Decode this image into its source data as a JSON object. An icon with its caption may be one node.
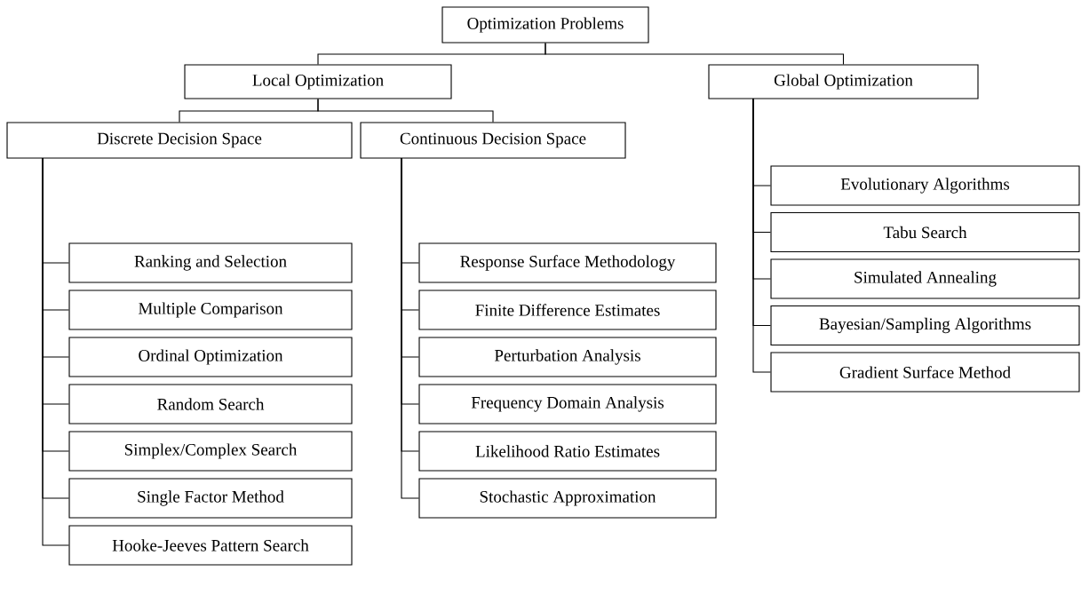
{
  "diagram": {
    "nodes": [
      {
        "text": [
          "Optimization Problems"
        ]
      },
      {
        "text": [
          "Local Optimization"
        ]
      },
      {
        "text": [
          "Global Optimization"
        ]
      },
      {
        "text": [
          "Discrete Decision Space"
        ]
      },
      {
        "text": [
          "Continuous Decision Space"
        ]
      },
      {
        "text": [
          "Ranking and Selection"
        ]
      },
      {
        "text": [
          "Multiple Comparison"
        ]
      },
      {
        "text": [
          "Ordinal Optimization"
        ]
      },
      {
        "text": [
          "Random Search"
        ]
      },
      {
        "text": [
          "Simplex/Complex Search"
        ]
      },
      {
        "text": [
          "Single Factor Method"
        ]
      },
      {
        "text": [
          "Hooke-Jeeves Pattern Search"
        ]
      },
      {
        "text": [
          "Response Surface Methodology"
        ]
      },
      {
        "text": [
          "Finite Difference Estimates"
        ]
      },
      {
        "text": [
          "Perturbation Analysis"
        ]
      },
      {
        "text": [
          "Frequency Domain Analysis"
        ]
      },
      {
        "text": [
          "Likelihood Ratio Estimates"
        ]
      },
      {
        "text": [
          "Stochastic Approximation"
        ]
      },
      {
        "text": [
          "Evolutionary Algorithms"
        ]
      },
      {
        "text": [
          "Tabu Search"
        ]
      },
      {
        "text": [
          "Simulated Annealing"
        ]
      },
      {
        "text": [
          "Bayesian/Sampling Algorithms"
        ]
      },
      {
        "text": [
          "Gradient Surface Method"
        ]
      }
    ],
    "edges": [
      {
        "from": 0,
        "to": 1,
        "arrow": "none"
      },
      {
        "from": 0,
        "to": 2,
        "arrow": "none"
      },
      {
        "from": 1,
        "to": 3,
        "arrow": "none"
      },
      {
        "from": 1,
        "to": 4,
        "arrow": "none"
      },
      {
        "from": 3,
        "to": 5,
        "arrow": "none"
      },
      {
        "from": 3,
        "to": 6,
        "arrow": "none"
      },
      {
        "from": 3,
        "to": 7,
        "arrow": "none"
      },
      {
        "from": 3,
        "to": 8,
        "arrow": "none"
      },
      {
        "from": 3,
        "to": 9,
        "arrow": "none"
      },
      {
        "from": 3,
        "to": 10,
        "arrow": "none"
      },
      {
        "from": 3,
        "to": 11,
        "arrow": "none"
      },
      {
        "from": 4,
        "to": 12,
        "arrow": "none"
      },
      {
        "from": 4,
        "to": 13,
        "arrow": "none"
      },
      {
        "from": 4,
        "to": 14,
        "arrow": "none"
      },
      {
        "from": 4,
        "to": 15,
        "arrow": "none"
      },
      {
        "from": 4,
        "to": 16,
        "arrow": "none"
      },
      {
        "from": 4,
        "to": 17,
        "arrow": "none"
      },
      {
        "from": 2,
        "to": 18,
        "arrow": "none"
      },
      {
        "from": 2,
        "to": 19,
        "arrow": "none"
      },
      {
        "from": 2,
        "to": 20,
        "arrow": "none"
      },
      {
        "from": 2,
        "to": 21,
        "arrow": "none"
      },
      {
        "from": 2,
        "to": 22,
        "arrow": "none"
      }
    ]
  }
}
